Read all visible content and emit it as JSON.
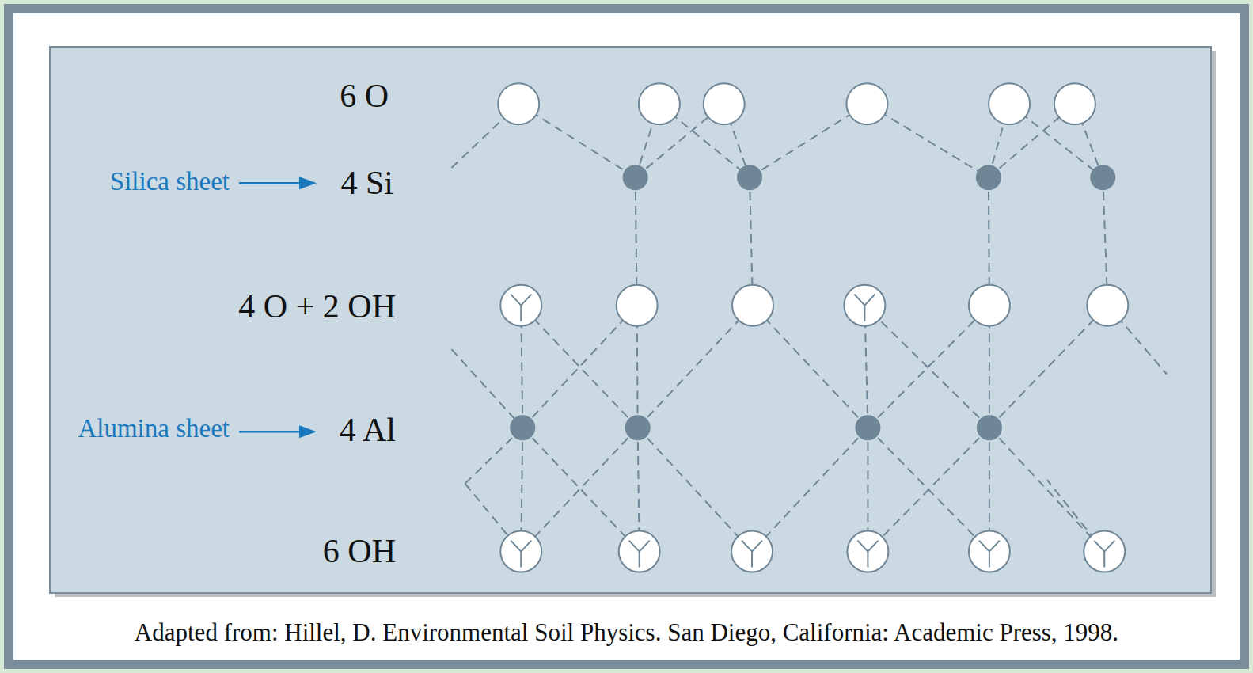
{
  "diagram": {
    "caption": "Adapted from: Hillel, D. Environmental Soil Physics. San Diego, California: Academic Press, 1998.",
    "labels": [
      "6 O",
      "Silica sheet",
      "4 Si",
      "4 O + 2 OH",
      "Alumina sheet",
      "4 Al",
      "6 OH"
    ]
  }
}
